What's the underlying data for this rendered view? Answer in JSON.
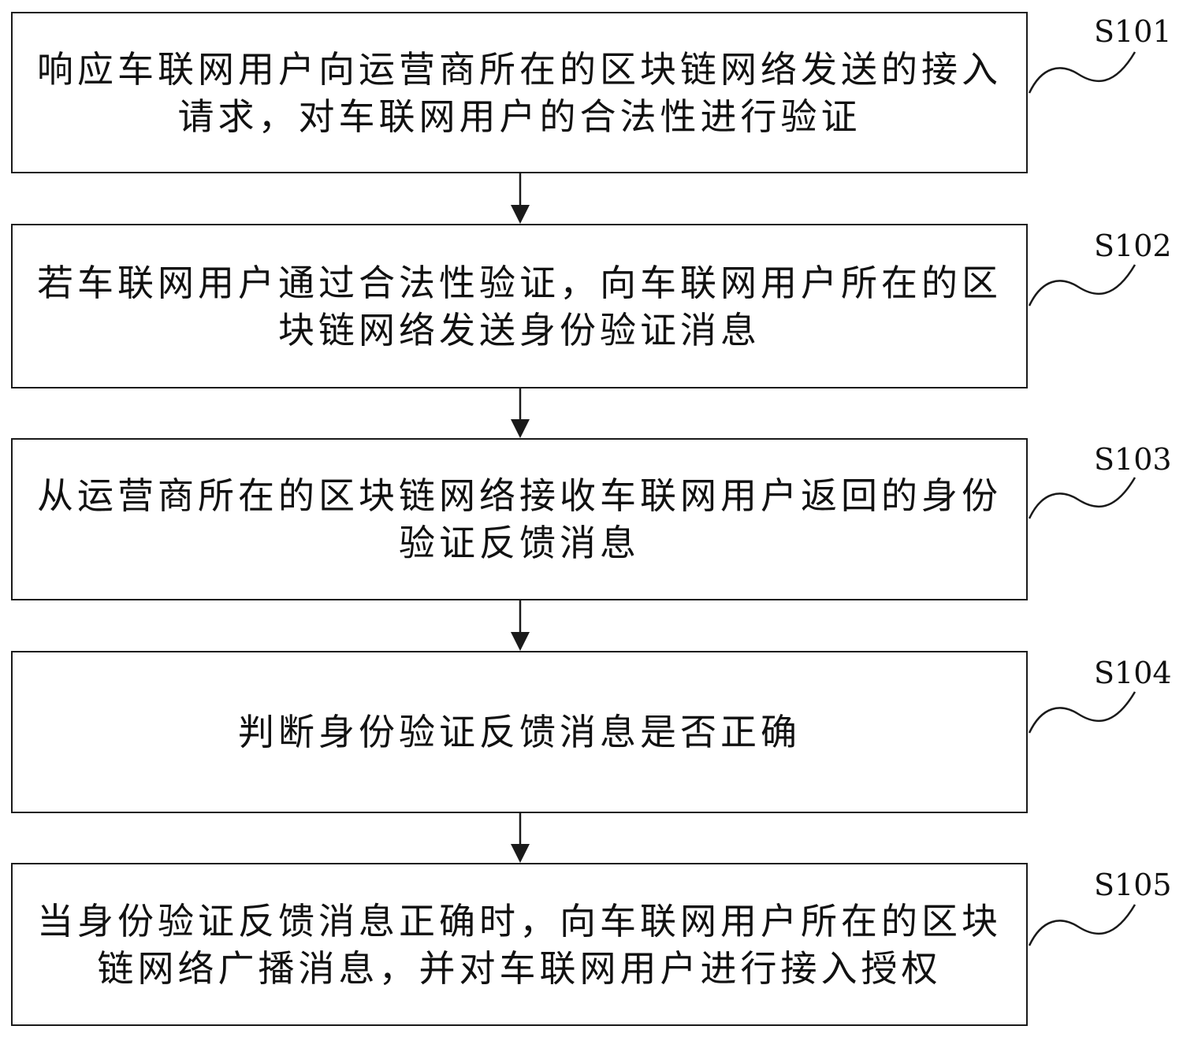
{
  "steps": [
    {
      "id": "S101",
      "text": "响应车联网用户向运营商所在的区块链网络发送的接入请求，对车联网用户的合法性进行验证"
    },
    {
      "id": "S102",
      "text": "若车联网用户通过合法性验证，向车联网用户所在的区块链网络发送身份验证消息"
    },
    {
      "id": "S103",
      "text": "从运营商所在的区块链网络接收车联网用户返回的身份验证反馈消息"
    },
    {
      "id": "S104",
      "text": "判断身份验证反馈消息是否正确"
    },
    {
      "id": "S105",
      "text": "当身份验证反馈消息正确时，向车联网用户所在的区块链网络广播消息，并对车联网用户进行接入授权"
    }
  ]
}
